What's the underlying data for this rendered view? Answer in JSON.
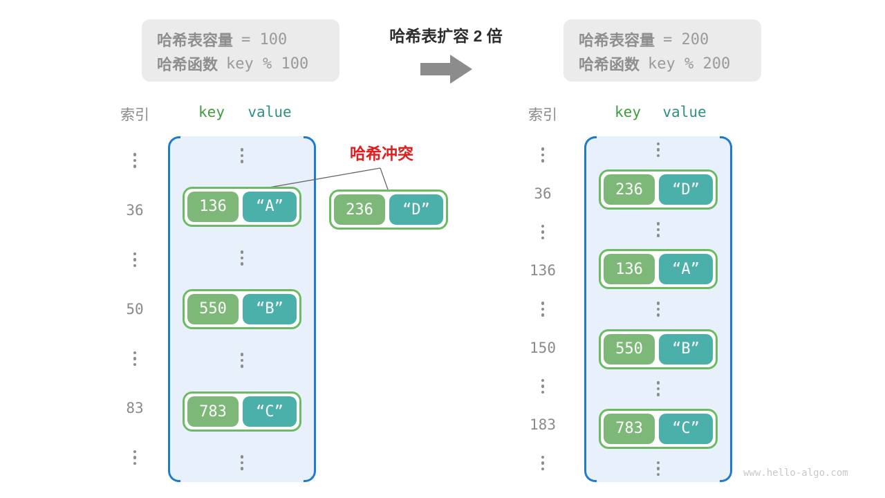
{
  "info_left": {
    "cap_label": "哈希表容量",
    "cap_value": "= 100",
    "fn_label": "哈希函数",
    "fn_value": "key % 100"
  },
  "info_right": {
    "cap_label": "哈希表容量",
    "cap_value": "= 200",
    "fn_label": "哈希函数",
    "fn_value": "key % 200"
  },
  "expand_title": "哈希表扩容 2 倍",
  "collision": {
    "label": "哈希冲突",
    "pair": {
      "key": "236",
      "value": "“D”"
    }
  },
  "left_table": {
    "headers": {
      "index": "索引",
      "key": "key",
      "value": "value"
    },
    "indices": [
      "36",
      "50",
      "83"
    ],
    "pairs": [
      {
        "key": "136",
        "value": "“A”"
      },
      {
        "key": "550",
        "value": "“B”"
      },
      {
        "key": "783",
        "value": "“C”"
      }
    ]
  },
  "right_table": {
    "headers": {
      "index": "索引",
      "key": "key",
      "value": "value"
    },
    "indices": [
      "36",
      "136",
      "150",
      "183"
    ],
    "pairs": [
      {
        "key": "236",
        "value": "“D”"
      },
      {
        "key": "136",
        "value": "“A”"
      },
      {
        "key": "550",
        "value": "“B”"
      },
      {
        "key": "783",
        "value": "“C”"
      }
    ]
  },
  "watermark": "www.hello-algo.com",
  "colors": {
    "table_border": "#1d7bd0",
    "table_fill": "#e8f1fb",
    "key_green": "#7db879",
    "value_teal": "#4bb0aa",
    "pair_border": "#6cbb64",
    "collision_red": "#e11d1d",
    "gray_text": "#8a8a8a",
    "arrow_gray": "#8c8c8c",
    "box_bg": "#ebebeb",
    "key_header": "#3d9e3d",
    "value_header": "#2e8f86",
    "line_gray": "#666666",
    "watermark_gray": "#c8c8c8",
    "code_gray": "#9a9a9a"
  }
}
